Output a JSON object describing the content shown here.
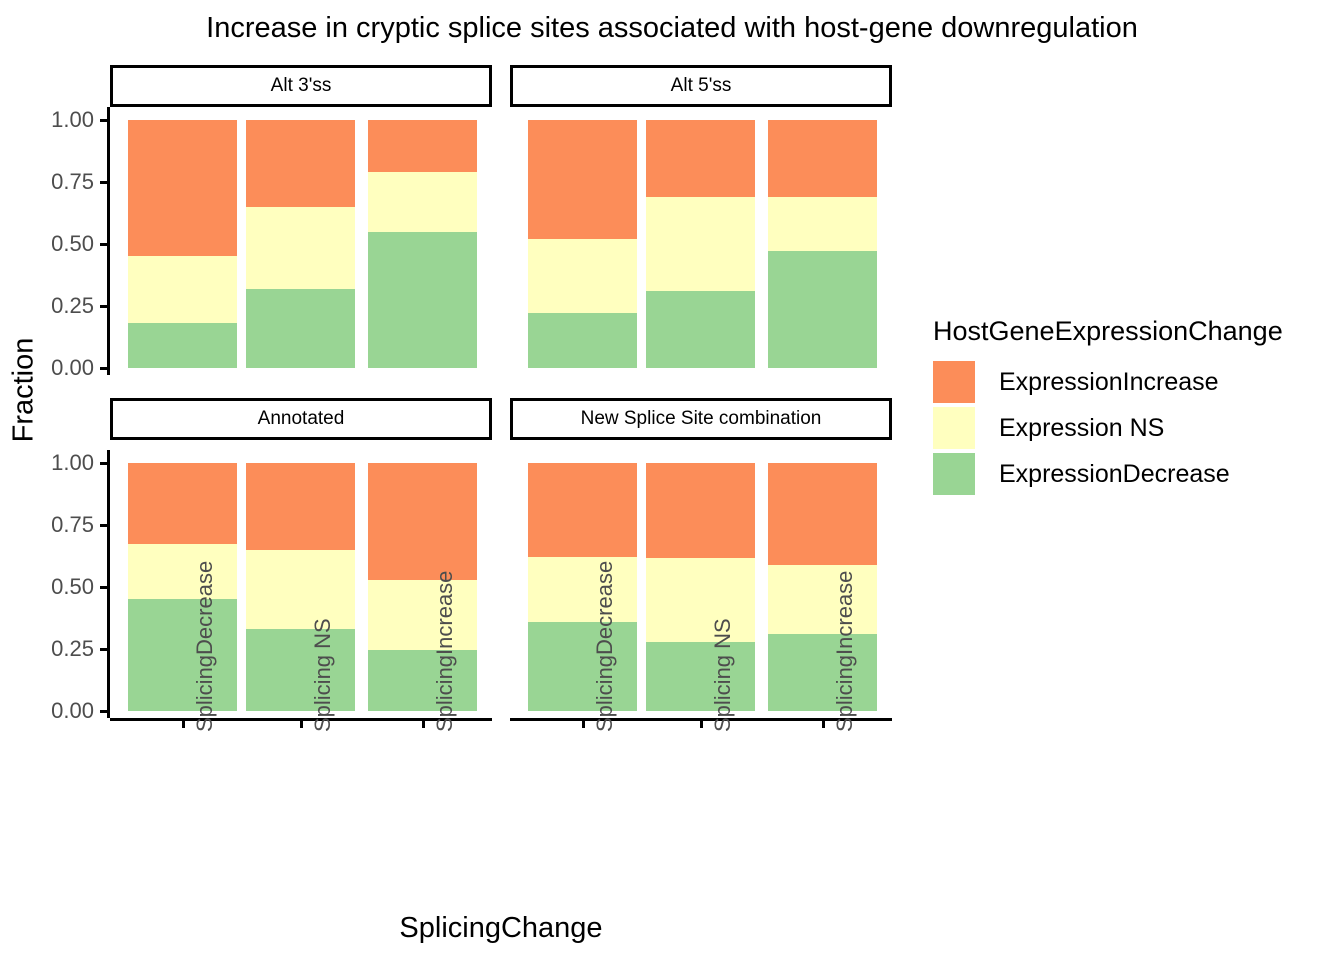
{
  "chart_data": {
    "type": "bar",
    "subtype": "stacked-proportional",
    "title": "Increase in cryptic splice sites associated with host-gene downregulation",
    "xlabel": "SplicingChange",
    "ylabel": "Fraction",
    "ylim": [
      0,
      1
    ],
    "ytick_labels": [
      "0.00",
      "0.25",
      "0.50",
      "0.75",
      "1.00"
    ],
    "ytick_values": [
      0,
      0.25,
      0.5,
      0.75,
      1
    ],
    "grid": false,
    "legend": {
      "title": "HostGeneExpressionChange",
      "position": "right",
      "entries": [
        {
          "label": "ExpressionIncrease",
          "color": "#FC8D59"
        },
        {
          "label": "Expression NS",
          "color": "#FFFFBF"
        },
        {
          "label": "ExpressionDecrease",
          "color": "#99D594"
        }
      ]
    },
    "categories": [
      "SplicingDecrease",
      "Splicing NS",
      "SplicingIncrease"
    ],
    "series": [
      {
        "name": "ExpressionDecrease",
        "color": "#99D594"
      },
      {
        "name": "Expression NS",
        "color": "#FFFFBF"
      },
      {
        "name": "ExpressionIncrease",
        "color": "#FC8D59"
      }
    ],
    "facets": [
      {
        "label": "Alt 3'ss",
        "row": 0,
        "col": 0,
        "values": {
          "ExpressionDecrease": [
            0.18,
            0.32,
            0.55
          ],
          "Expression NS": [
            0.27,
            0.33,
            0.24
          ],
          "ExpressionIncrease": [
            0.55,
            0.35,
            0.21
          ]
        },
        "cumulative_tops": {
          "ExpressionDecrease": [
            0.18,
            0.32,
            0.55
          ],
          "Expression NS": [
            0.45,
            0.65,
            0.79
          ],
          "ExpressionIncrease": [
            1.0,
            1.0,
            1.0
          ]
        }
      },
      {
        "label": "Alt 5'ss",
        "row": 0,
        "col": 1,
        "values": {
          "ExpressionDecrease": [
            0.22,
            0.31,
            0.47
          ],
          "Expression NS": [
            0.3,
            0.38,
            0.22
          ],
          "ExpressionIncrease": [
            0.48,
            0.31,
            0.31
          ]
        },
        "cumulative_tops": {
          "ExpressionDecrease": [
            0.22,
            0.31,
            0.47
          ],
          "Expression NS": [
            0.52,
            0.69,
            0.69
          ],
          "ExpressionIncrease": [
            1.0,
            1.0,
            1.0
          ]
        }
      },
      {
        "label": "Annotated",
        "row": 1,
        "col": 0,
        "values": {
          "ExpressionDecrease": [
            0.45,
            0.33,
            0.245
          ],
          "Expression NS": [
            0.225,
            0.32,
            0.285
          ],
          "ExpressionIncrease": [
            0.325,
            0.35,
            0.47
          ]
        },
        "cumulative_tops": {
          "ExpressionDecrease": [
            0.45,
            0.33,
            0.245
          ],
          "Expression NS": [
            0.675,
            0.65,
            0.53
          ],
          "ExpressionIncrease": [
            1.0,
            1.0,
            1.0
          ]
        }
      },
      {
        "label": "New Splice Site combination",
        "row": 1,
        "col": 1,
        "values": {
          "ExpressionDecrease": [
            0.36,
            0.28,
            0.31
          ],
          "Expression NS": [
            0.26,
            0.335,
            0.28
          ],
          "ExpressionIncrease": [
            0.38,
            0.385,
            0.41
          ]
        },
        "cumulative_tops": {
          "ExpressionDecrease": [
            0.36,
            0.28,
            0.31
          ],
          "Expression NS": [
            0.62,
            0.615,
            0.59
          ],
          "ExpressionIncrease": [
            1.0,
            1.0,
            1.0
          ]
        }
      }
    ]
  }
}
